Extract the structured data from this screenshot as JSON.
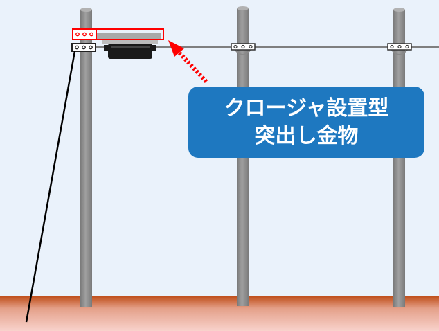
{
  "callout": {
    "line1": "クロージャ設置型",
    "line2": "突出し金物"
  },
  "colors": {
    "background": "#eaf2fb",
    "pole": "#8c8c8c",
    "pole_top": "#a6a6a6",
    "ground_top": "#c0501c",
    "ground_bottom": "#f8d2cc",
    "wire": "#7f7f7f",
    "drop_cable": "#000000",
    "bracket": "#a9a9a9",
    "highlight": "#ff0000",
    "closure": "#1a1a1a",
    "callout_fill": "#1e78c0",
    "callout_text": "#ffffff"
  },
  "icons": {
    "arrow": "dotted-red-arrow",
    "hardware": "closure-mount-bracket"
  }
}
